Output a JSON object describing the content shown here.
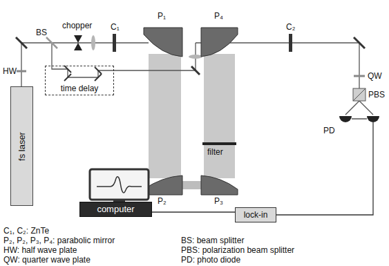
{
  "diagram": {
    "nodes": [
      {
        "text": [
          "time delay"
        ]
      },
      {
        "text": [
          "fs laser"
        ]
      },
      {
        "text": [
          "computer"
        ]
      },
      {
        "text": [
          "lock-in"
        ]
      }
    ],
    "edges": [
      {
        "from": 2,
        "to": 3,
        "arrow": "none"
      }
    ],
    "labels": [
      "BS",
      "chopper",
      "C₁",
      "P₁",
      "P₄",
      "C₂",
      "HW",
      "QW",
      "PBS",
      "PD",
      "filter",
      "P₂",
      "P₃",
      "C₁, C₂: ZnTe",
      "P₂, P₂, P₃, P₄: parabolic mirror",
      "BS: beam splitter",
      "HW: half wave plate",
      "PBS: polarization beam splitter",
      "QW: quarter wave plate",
      "PD: photo diode"
    ]
  }
}
